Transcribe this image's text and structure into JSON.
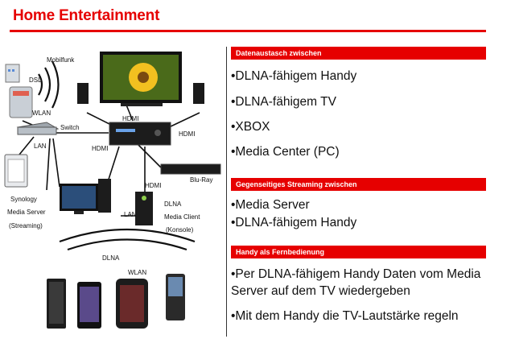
{
  "header": {
    "title": "Home Entertainment"
  },
  "diagram": {
    "labels": {
      "mobilfunk": "Mobilfunk",
      "dsl": "DSL",
      "wlan_top": "WLAN",
      "switch": "Switch",
      "lan_left": "LAN",
      "hdmi_top": "HDMI",
      "hdmi_right": "HDMI",
      "hdmi_left": "HDMI",
      "hdmi_bottom": "HDMI",
      "bluray": "Blu-Ray",
      "synology_1": "Synology",
      "synology_2": "Media Server",
      "synology_3": "(Streaming)",
      "lan_bottom": "LAN",
      "dlna_client_1": "DLNA",
      "dlna_client_2": "Media Client",
      "dlna_client_3": "(Konsole)",
      "dlna_bottom": "DLNA",
      "wlan_bottom": "WLAN"
    }
  },
  "sections": [
    {
      "heading": "Datenaustasch zwischen",
      "items": [
        "•DLNA-fähigem Handy",
        "•DLNA-fähigem TV",
        "•XBOX",
        "•Media Center (PC)"
      ]
    },
    {
      "heading": "Gegenseitiges Streaming zwischen",
      "items": [
        "•Media Server",
        "•DLNA-fähigem Handy"
      ]
    },
    {
      "heading": "Handy als Fernbedienung",
      "items": [
        "•Per DLNA-fähigem Handy Daten vom Media Server auf dem TV wiedergeben",
        "•Mit dem Handy die TV-Lautstärke regeln"
      ]
    }
  ],
  "colors": {
    "accent": "#e60000"
  }
}
